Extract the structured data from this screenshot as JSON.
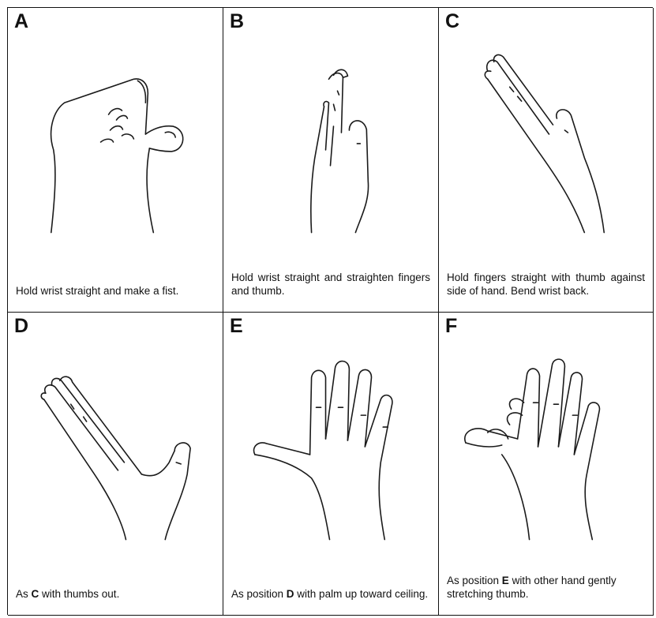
{
  "panels": [
    {
      "letter": "A",
      "caption": "Hold wrist straight and make a fist."
    },
    {
      "letter": "B",
      "caption": "Hold wrist straight and straighten fingers and thumb."
    },
    {
      "letter": "C",
      "caption": "Hold fingers straight with thumb against side of hand. Bend wrist back."
    },
    {
      "letter": "D",
      "caption_before": "As ",
      "caption_bold": "C",
      "caption_after": " with thumbs out."
    },
    {
      "letter": "E",
      "caption_before": "As position ",
      "caption_bold": "D",
      "caption_after": " with palm up toward ceiling."
    },
    {
      "letter": "F",
      "caption_before": "As position ",
      "caption_bold": "E",
      "caption_after": " with other hand gently stretching thumb."
    }
  ]
}
